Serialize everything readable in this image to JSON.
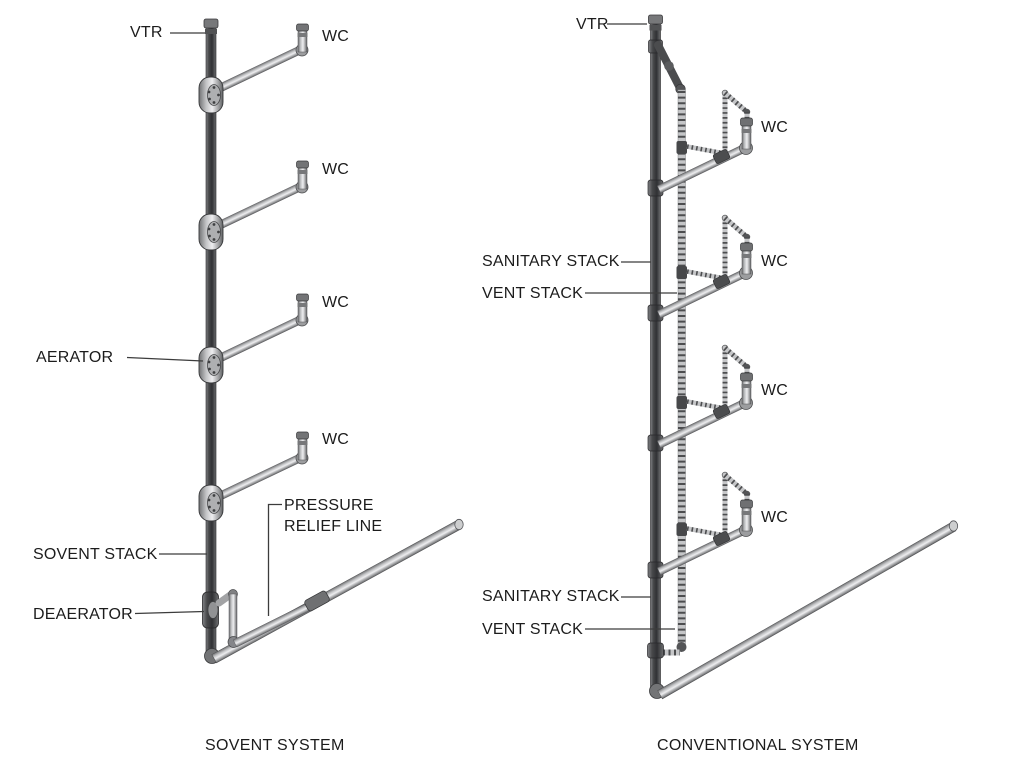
{
  "sovent": {
    "title": "SOVENT SYSTEM",
    "vtr_label": "VTR",
    "aerator_label": "AERATOR",
    "stack_label": "SOVENT STACK",
    "deaerator_label": "DEAERATOR",
    "pressure_relief_line1": "PRESSURE",
    "pressure_relief_line2": "RELIEF LINE",
    "wc_labels": [
      "WC",
      "WC",
      "WC",
      "WC"
    ]
  },
  "conventional": {
    "title": "CONVENTIONAL SYSTEM",
    "vtr_label": "VTR",
    "sanitary_stack_upper_label": "SANITARY STACK",
    "vent_stack_upper_label": "VENT STACK",
    "sanitary_stack_lower_label": "SANITARY STACK",
    "vent_stack_lower_label": "VENT STACK",
    "wc_labels": [
      "WC",
      "WC",
      "WC",
      "WC"
    ]
  },
  "colors": {
    "background": "#ffffff",
    "text": "#1c1c1c",
    "leader_line": "#3c3c3c",
    "pipe_dark": "#3a3b3d",
    "pipe_light": "#c9cacc"
  }
}
